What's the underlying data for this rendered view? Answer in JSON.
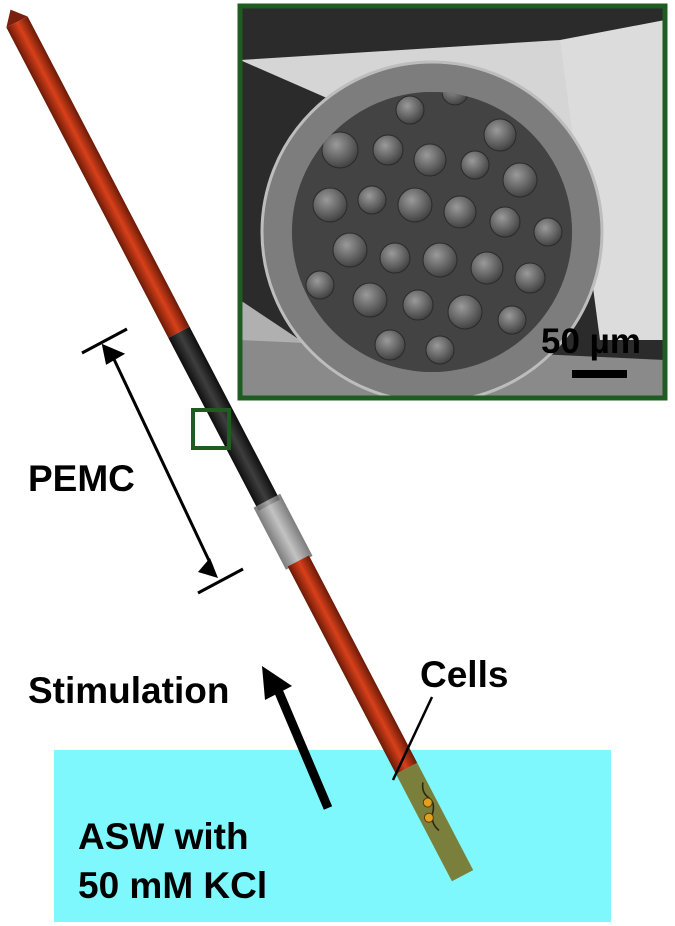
{
  "labels": {
    "pemc": "PEMC",
    "stimulation": "Stimulation",
    "cells": "Cells",
    "solution_line1": "ASW with",
    "solution_line2": "50 mM KCl",
    "scale_bar": "50 µm"
  },
  "colors": {
    "solution": "#7ef8fc",
    "fiber_red": "#c93512",
    "fiber_dark": "#2a2a2a",
    "fiber_gray": "#8a8a8a",
    "inset_border": "#1f5c22",
    "zoom_box": "#1f5c22",
    "cells_fill": "#e0a020"
  }
}
